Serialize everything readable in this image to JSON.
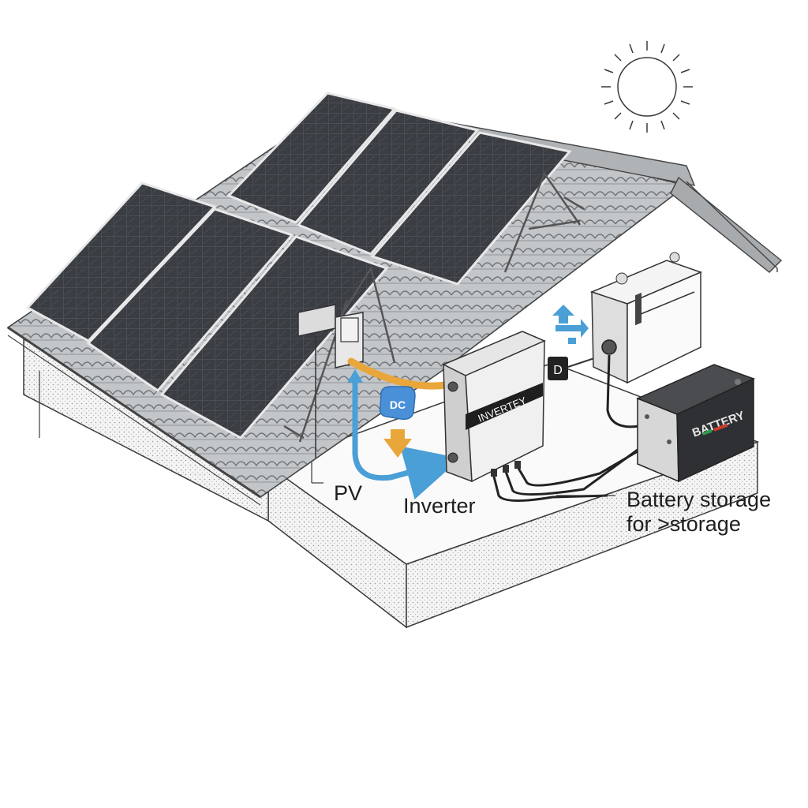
{
  "labels": {
    "pv": "PV",
    "inverter": "Inverter",
    "battery_storage_line1": "Battery storage",
    "battery_storage_line2": "for >storage"
  },
  "device_text": {
    "inverter_plate": "INVERTEY",
    "dc_badge": "DC",
    "meter_badge": "D",
    "battery_plate": "BATTERY"
  },
  "icons": [
    "sun-icon",
    "dc-flow-icon",
    "exchange-arrows-icon"
  ],
  "colors": {
    "ink": "#2a2a2a",
    "panel": "#3c3f44",
    "roof_tile": "#b9bcbf",
    "dc_orange": "#e9a63a",
    "flow_blue": "#4a9fd6",
    "badge_blue": "#4a90d9",
    "battery_body": "#2e3033",
    "battery_red": "#cc3a2e",
    "battery_green": "#2f9a4e"
  }
}
